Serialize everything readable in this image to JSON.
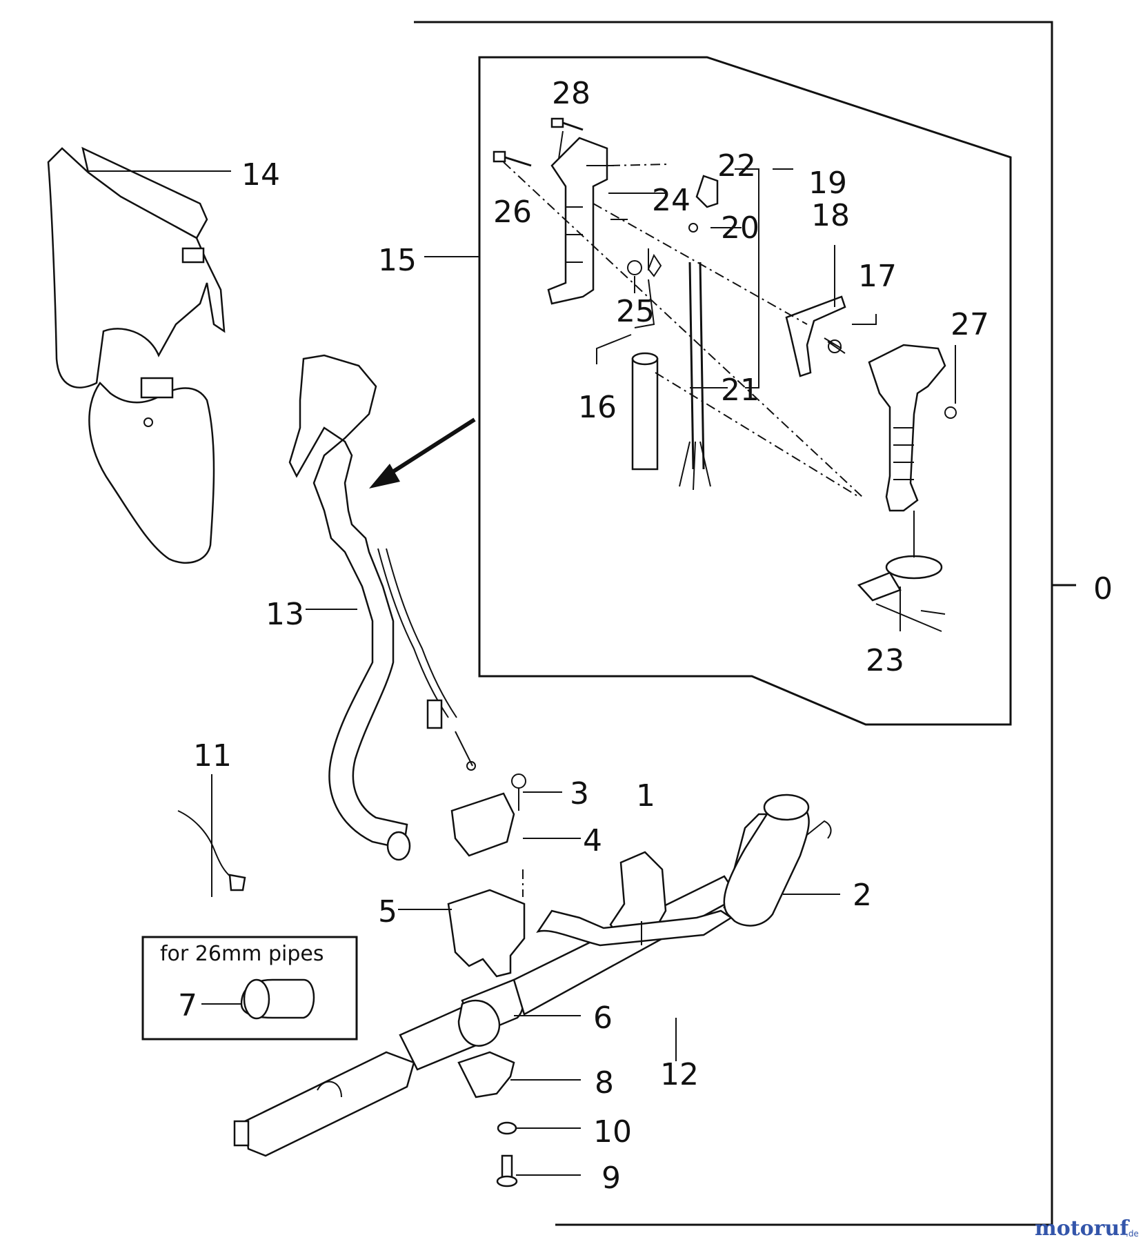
{
  "diagram": {
    "part_numbers": [
      "0",
      "1",
      "2",
      "3",
      "4",
      "5",
      "6",
      "7",
      "8",
      "9",
      "10",
      "11",
      "12",
      "13",
      "14",
      "15",
      "16",
      "17",
      "18",
      "19",
      "20",
      "21",
      "22",
      "23",
      "24",
      "25",
      "26",
      "27",
      "28"
    ],
    "note_box_text": "for 26mm pipes",
    "watermark": {
      "brand": "motoruf",
      "suffix": ".de"
    }
  }
}
